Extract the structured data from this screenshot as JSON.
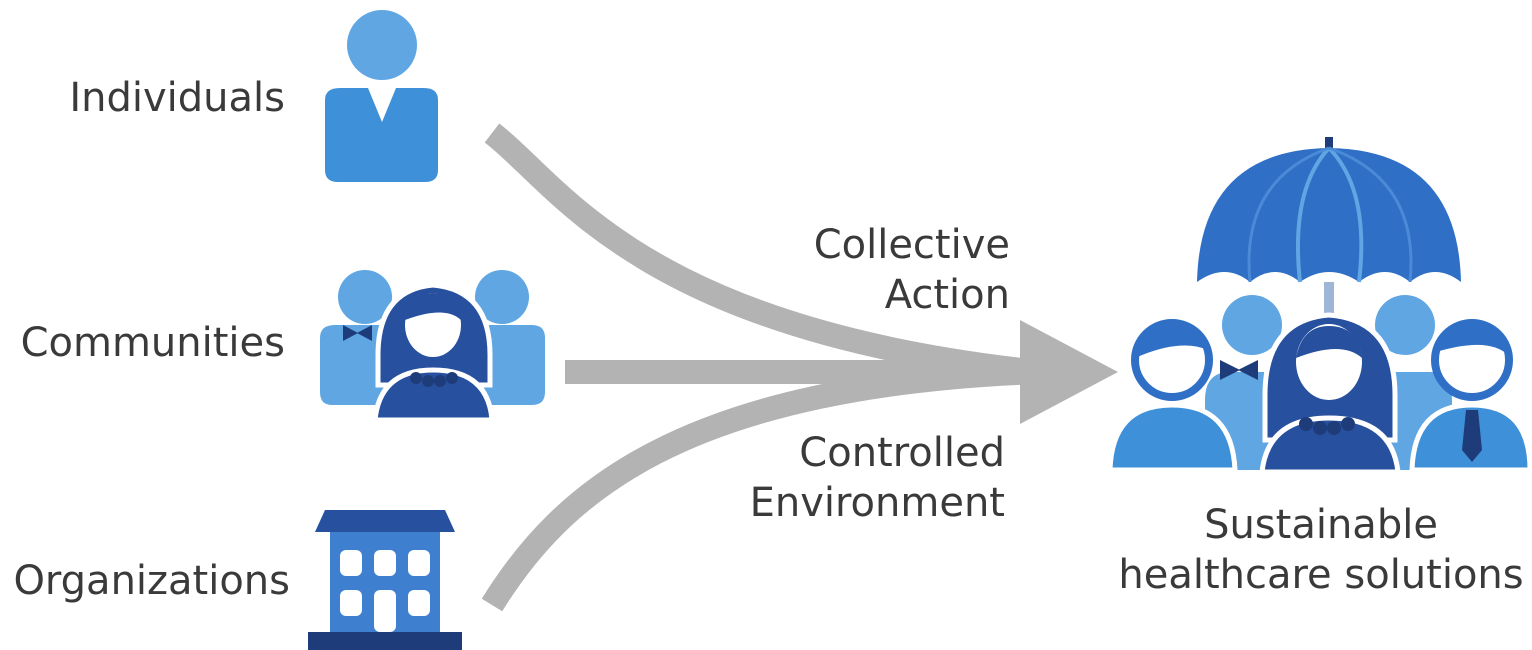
{
  "sources": {
    "individuals": "Individuals",
    "communities": "Communities",
    "organizations": "Organizations"
  },
  "flows": {
    "upper": [
      "Collective",
      "Action"
    ],
    "lower": [
      "Controlled",
      "Environment"
    ]
  },
  "outcome": [
    "Sustainable",
    "healthcare solutions"
  ],
  "icons": {
    "individuals": "person-icon",
    "communities": "group-icon",
    "organizations": "building-icon",
    "outcome": "umbrella-people-icon"
  },
  "colors": {
    "arrow": "#b3b3b3",
    "light_blue": "#5fa6e3",
    "mid_blue": "#3e7fd0",
    "dark_blue": "#27509f",
    "navy": "#1f3c7a",
    "text": "#3a3a3a"
  }
}
